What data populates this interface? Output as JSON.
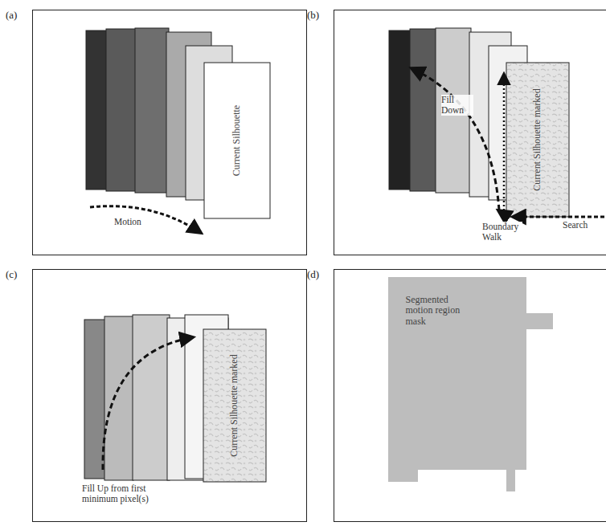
{
  "diagram": {
    "nodes": [
      {
        "text": [
          "(a)"
        ]
      },
      {
        "text": [
          "Current Silhouette"
        ],
        "in": 0
      },
      {
        "text": [
          "(b)"
        ]
      },
      {
        "text": [
          "Current Silhouette marked"
        ],
        "in": 2
      },
      {
        "text": [
          "(c)"
        ]
      },
      {
        "text": [
          "Current Silhouette marked"
        ],
        "in": 4
      },
      {
        "text": [
          "(d)"
        ]
      },
      {
        "text": [
          "Segmented motion region mask"
        ],
        "in": 6
      }
    ],
    "labels": [
      "Motion",
      "Fill Down",
      "Boundary Walk",
      "Search",
      "Fill Up from first minimum pixel(s)"
    ]
  }
}
